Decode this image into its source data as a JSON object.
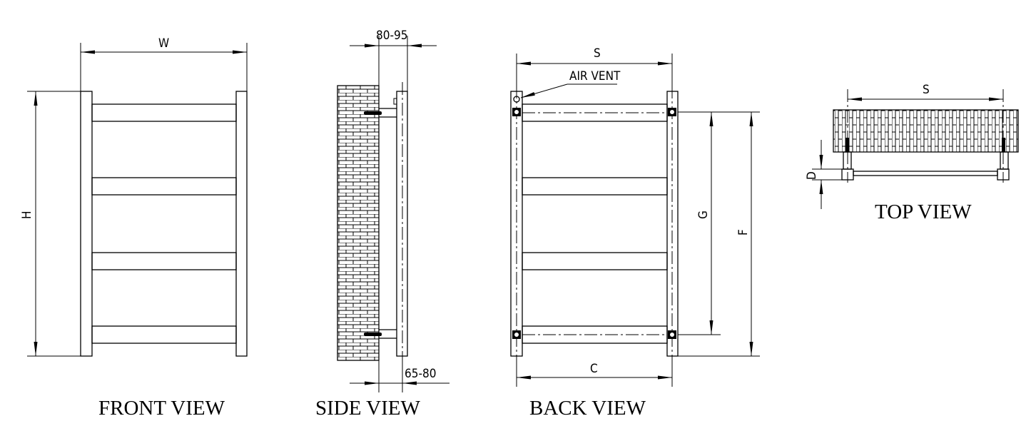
{
  "views": {
    "front": "FRONT VIEW",
    "side": "SIDE VIEW",
    "back": "BACK VIEW",
    "top": "TOP VIEW"
  },
  "dimensions": {
    "width": "W",
    "height": "H",
    "wall_gap_top": "80-95",
    "wall_gap_bottom": "65-80",
    "back_spacing_top": "S",
    "back_spacing_bottom": "C",
    "inner_height": "G",
    "outer_height": "F",
    "top_spacing": "S",
    "depth": "D"
  },
  "annotations": {
    "air_vent": "AIR VENT"
  }
}
